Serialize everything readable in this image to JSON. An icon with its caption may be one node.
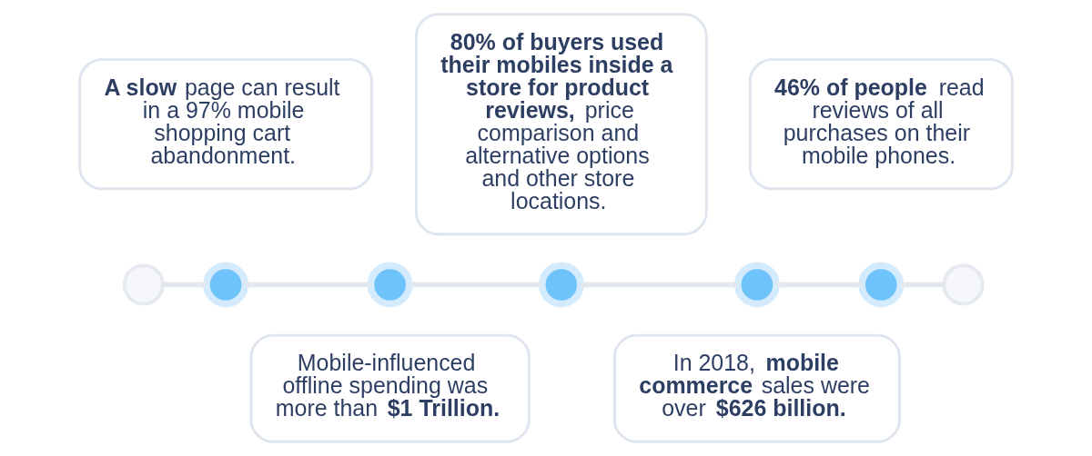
{
  "diagram": {
    "nodes": [
      {
        "text": [
          "**A slow** page can result in a 97% mobile shopping cart abandonment."
        ]
      },
      {
        "text": [
          "Mobile-influenced offline spending was more than **$1 Trillion.**"
        ]
      },
      {
        "text": [
          "**80% of buyers used their mobiles inside a store for product reviews,** price comparison and alternative options and other store locations."
        ]
      },
      {
        "text": [
          "In 2018, **mobile commerce** sales were over **$626 billion.**"
        ]
      },
      {
        "text": [
          "**46% of people** read reviews of all purchases on their mobile phones."
        ]
      },
      {
        "text": [],
        "shape": "circle"
      },
      {
        "text": [],
        "shape": "circle"
      },
      {
        "text": [],
        "shape": "circle"
      },
      {
        "text": [],
        "shape": "circle"
      },
      {
        "text": [],
        "shape": "circle"
      },
      {
        "text": [],
        "shape": "circle"
      },
      {
        "text": [],
        "shape": "circle"
      }
    ],
    "edges": [
      {
        "from": 5,
        "to": 6,
        "arrow": "none"
      },
      {
        "from": 6,
        "to": 7,
        "arrow": "none"
      },
      {
        "from": 7,
        "to": 8,
        "arrow": "none"
      },
      {
        "from": 8,
        "to": 9,
        "arrow": "none"
      },
      {
        "from": 9,
        "to": 10,
        "arrow": "none"
      },
      {
        "from": 10,
        "to": 11,
        "arrow": "none"
      }
    ]
  }
}
